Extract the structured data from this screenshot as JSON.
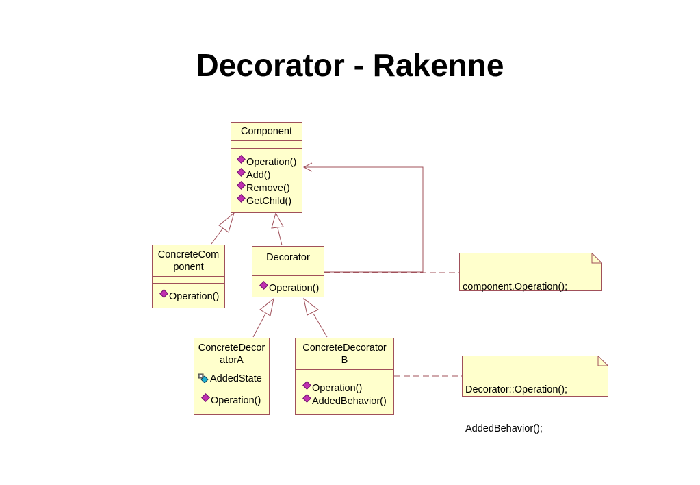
{
  "title": "Decorator - Rakenne",
  "colors": {
    "box_fill": "#ffffcc",
    "box_border": "#a0505a",
    "method_icon": "#c030b0",
    "attribute_icon": "#20b0d0"
  },
  "classes": {
    "component": {
      "name": "Component",
      "operations": [
        "Operation()",
        "Add()",
        "Remove()",
        "GetChild()"
      ]
    },
    "concrete_component": {
      "name_line1": "ConcreteCom",
      "name_line2": "ponent",
      "operations": [
        "Operation()"
      ]
    },
    "decorator": {
      "name": "Decorator",
      "operations": [
        "Operation()"
      ]
    },
    "concrete_decorator_a": {
      "name_line1": "ConcreteDecor",
      "name_line2": "atorA",
      "attributes": [
        "AddedState"
      ],
      "operations": [
        "Operation()"
      ]
    },
    "concrete_decorator_b": {
      "name_line1": "ConcreteDecorator",
      "name_line2": "B",
      "operations": [
        "Operation()",
        "AddedBehavior()"
      ]
    }
  },
  "notes": {
    "decorator_note": [
      "component.Operation();"
    ],
    "decorator_b_note": [
      "Decorator::Operation();",
      "AddedBehavior();"
    ]
  },
  "icons": {
    "method": "method-icon",
    "attribute": "attribute-icon"
  }
}
